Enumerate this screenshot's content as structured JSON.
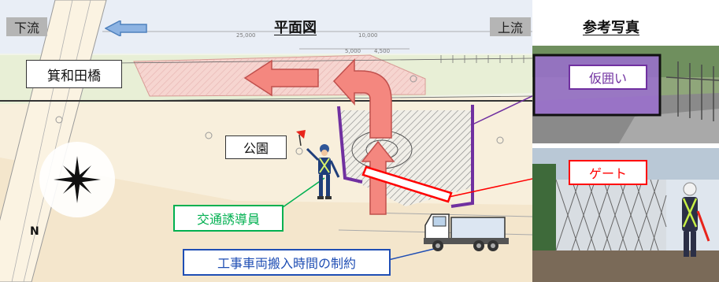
{
  "plan": {
    "title": "平面図",
    "downstream": "下流",
    "upstream": "上流",
    "bridge": "箕和田橋",
    "park": "公園",
    "north": "N",
    "dims": [
      "25,000",
      "10,000",
      "5,000",
      "4,500"
    ]
  },
  "photos": {
    "title": "参考写真"
  },
  "callouts": {
    "fence": "仮囲い",
    "gate": "ゲート",
    "guard": "交通誘導員",
    "truck_limit": "工事車両搬入時間の制約"
  },
  "colors": {
    "fence": "#7030a0",
    "gate": "#ff0000",
    "guard": "#00b050",
    "truck": "#1f4eb4",
    "arrow_fill": "#f4877f",
    "arrow_stroke": "#c0504d",
    "site_hatch": "#7a7a7a"
  }
}
